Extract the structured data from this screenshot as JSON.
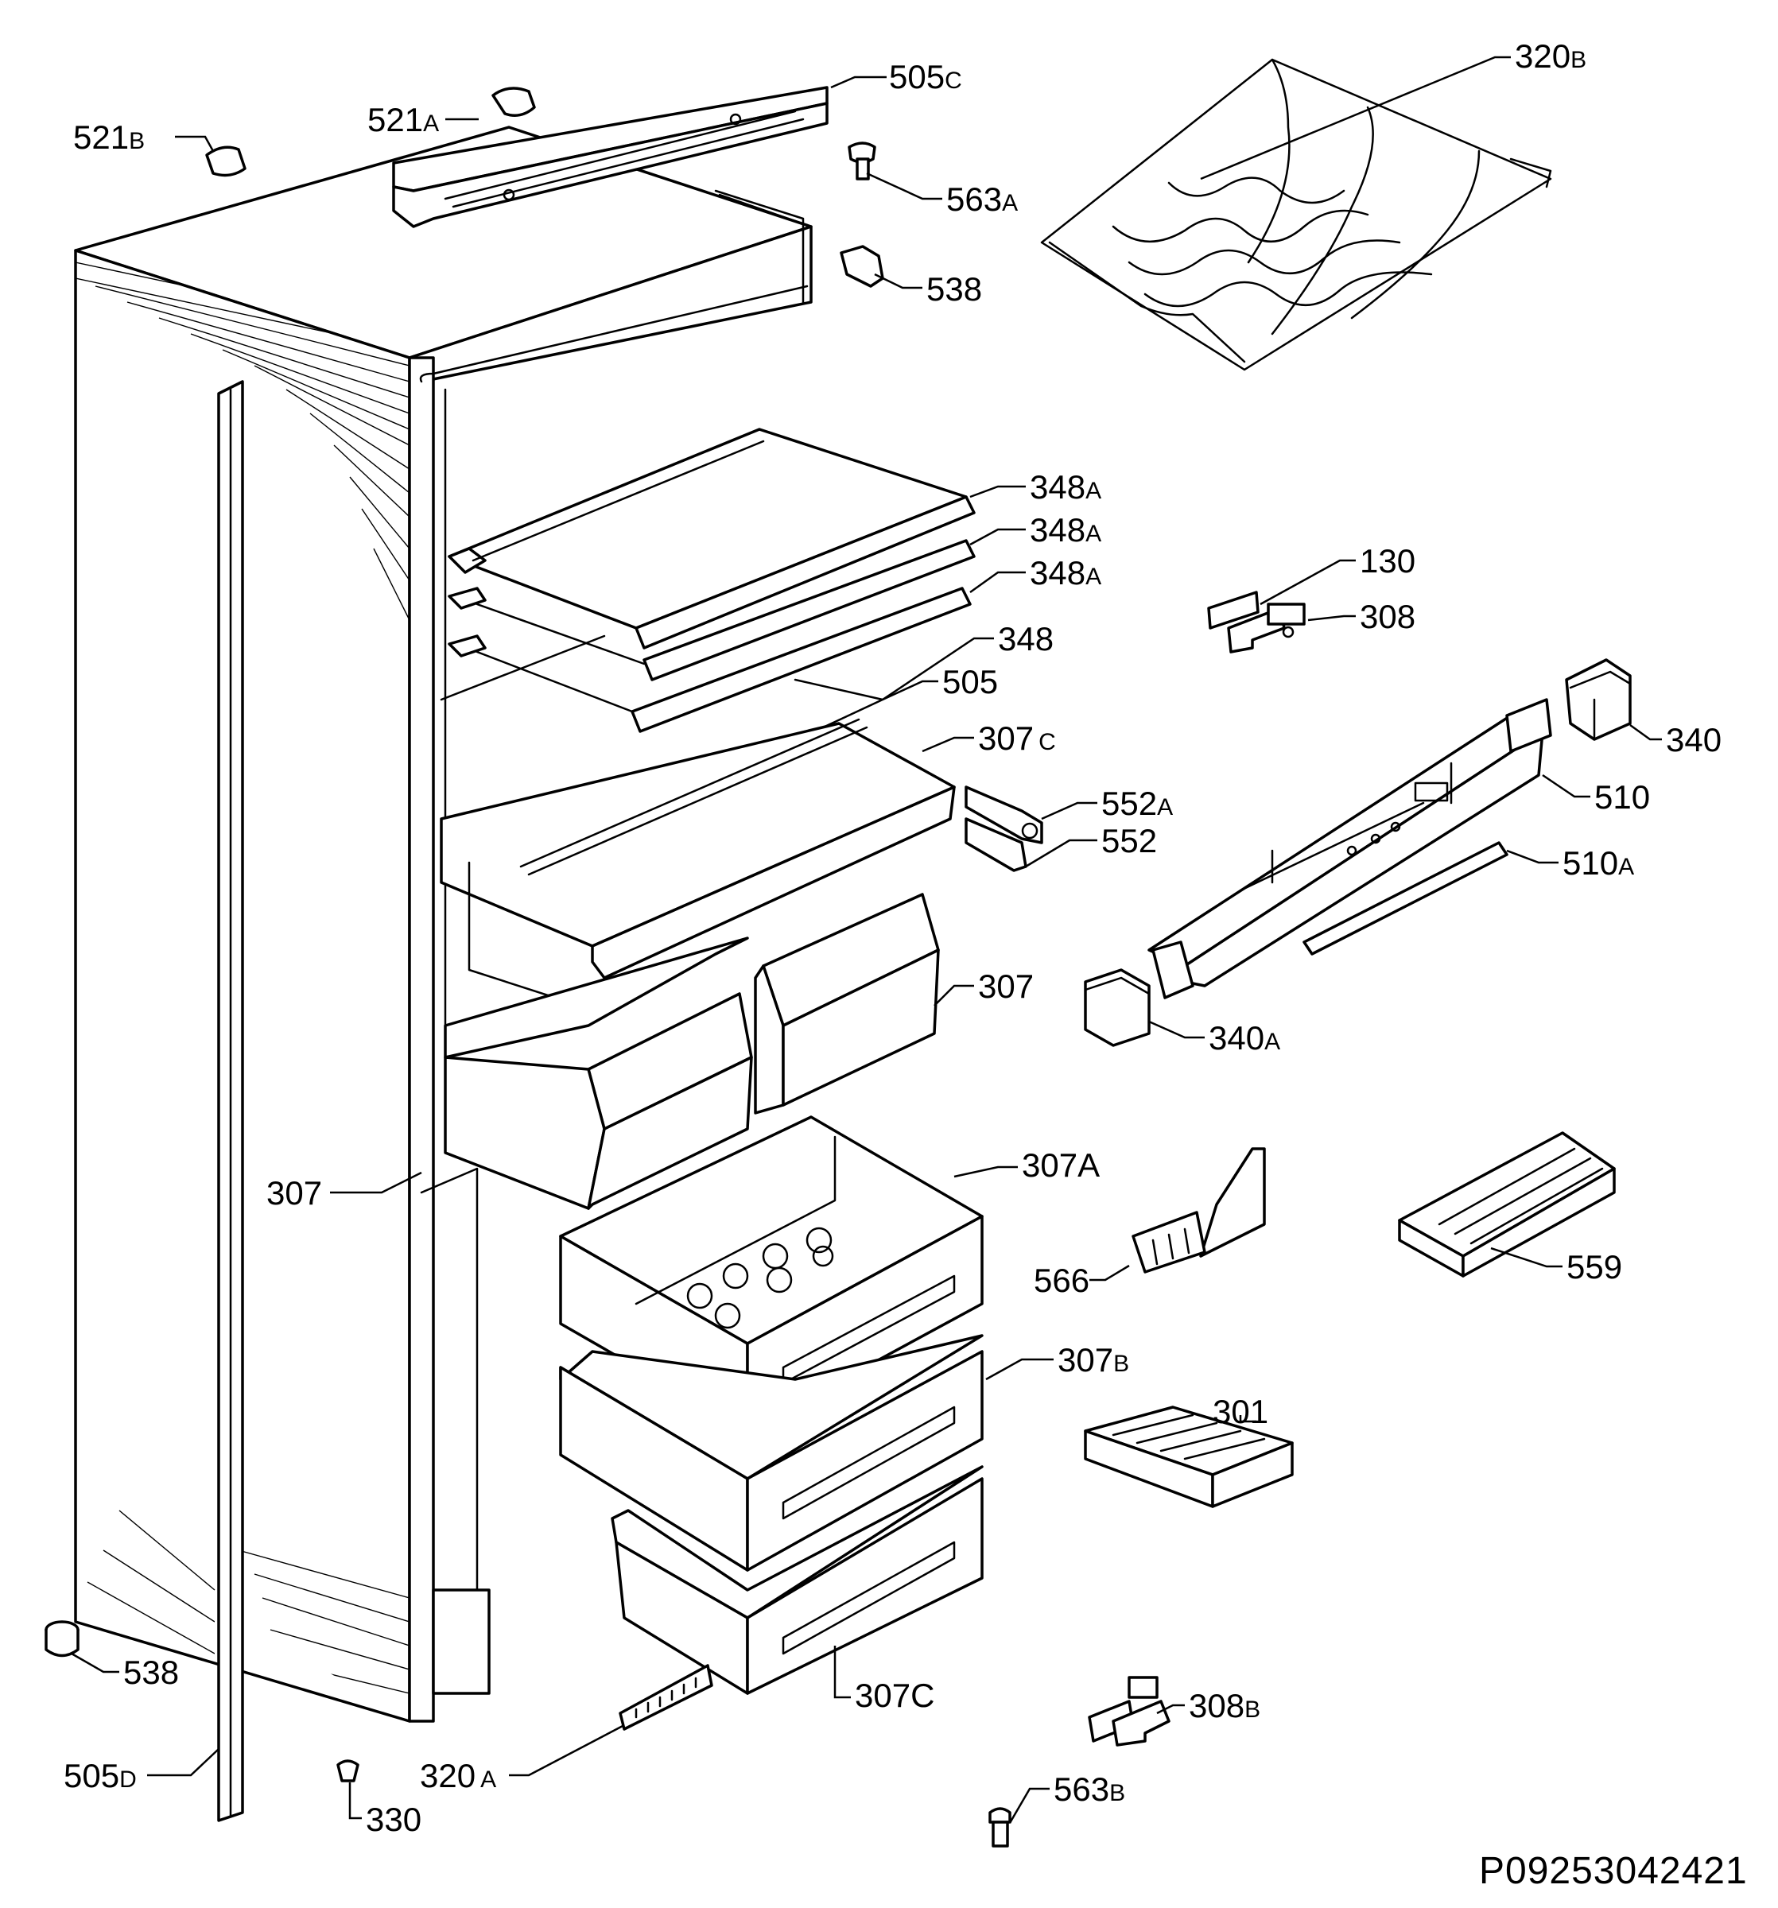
{
  "diagram": {
    "document_id": "P09253042421",
    "labels": [
      {
        "id": "521B",
        "num": "521",
        "sfx": "B"
      },
      {
        "id": "521A",
        "num": "521",
        "sfx": "A"
      },
      {
        "id": "505C",
        "num": "505",
        "sfx": "C"
      },
      {
        "id": "320B",
        "num": "320",
        "sfx": "B"
      },
      {
        "id": "563A",
        "num": "563",
        "sfx": "A"
      },
      {
        "id": "538a",
        "num": "538",
        "sfx": ""
      },
      {
        "id": "348Aa",
        "num": "348",
        "sfx": "A"
      },
      {
        "id": "348Ab",
        "num": "348",
        "sfx": "A"
      },
      {
        "id": "348Ac",
        "num": "348",
        "sfx": "A"
      },
      {
        "id": "130",
        "num": "130",
        "sfx": ""
      },
      {
        "id": "308",
        "num": "308",
        "sfx": ""
      },
      {
        "id": "348",
        "num": "348",
        "sfx": ""
      },
      {
        "id": "505",
        "num": "505",
        "sfx": ""
      },
      {
        "id": "307Ca",
        "num": "307",
        "sfx": "C"
      },
      {
        "id": "340",
        "num": "340",
        "sfx": ""
      },
      {
        "id": "510",
        "num": "510",
        "sfx": ""
      },
      {
        "id": "552A",
        "num": "552",
        "sfx": "A"
      },
      {
        "id": "552",
        "num": "552",
        "sfx": ""
      },
      {
        "id": "510A",
        "num": "510",
        "sfx": "A"
      },
      {
        "id": "307a",
        "num": "307",
        "sfx": ""
      },
      {
        "id": "340A",
        "num": "340",
        "sfx": "A"
      },
      {
        "id": "307A",
        "num": "307A",
        "sfx": ""
      },
      {
        "id": "307b",
        "num": "307",
        "sfx": ""
      },
      {
        "id": "566",
        "num": "566",
        "sfx": ""
      },
      {
        "id": "559",
        "num": "559",
        "sfx": ""
      },
      {
        "id": "307B",
        "num": "307",
        "sfx": "B"
      },
      {
        "id": "301",
        "num": "301",
        "sfx": ""
      },
      {
        "id": "538b",
        "num": "538",
        "sfx": ""
      },
      {
        "id": "307Cb",
        "num": "307C",
        "sfx": ""
      },
      {
        "id": "308B",
        "num": "308",
        "sfx": "B"
      },
      {
        "id": "505D",
        "num": "505",
        "sfx": "D"
      },
      {
        "id": "320A",
        "num": "320",
        "sfx": "A"
      },
      {
        "id": "563B",
        "num": "563",
        "sfx": "B"
      },
      {
        "id": "330",
        "num": "330",
        "sfx": ""
      }
    ]
  }
}
